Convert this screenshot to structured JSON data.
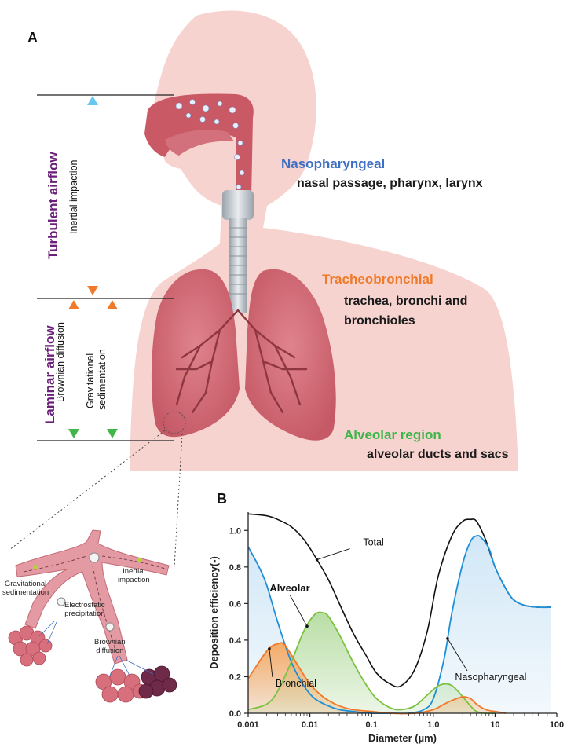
{
  "panelA": {
    "label": "A",
    "regions": [
      {
        "title": "Nasopharyngeal",
        "color": "#3f6fc4",
        "desc": [
          "nasal passage, pharynx, larynx"
        ]
      },
      {
        "title": "Tracheobronchial",
        "color": "#f07a2a",
        "desc": [
          "trachea, bronchi and",
          "bronchioles"
        ]
      },
      {
        "title": "Alveolar region",
        "color": "#3db54a",
        "desc": [
          "alveolar ducts and sacs"
        ]
      }
    ],
    "airflow": {
      "turbulent": "Turbulent airflow",
      "laminar": "Laminar airflow"
    },
    "mechanisms": {
      "inertial": "Inertial  impaction",
      "brownian": "Brownian diffusion",
      "gravitational": [
        "Gravitational",
        "sedimentation"
      ]
    },
    "colors": {
      "body": "#f6d3cf",
      "lung": "#d9747e",
      "lung_dark": "#b84b58",
      "trachea": "#c9ced3"
    }
  },
  "inset": {
    "labels": {
      "inertial": [
        "Inertial",
        "impaction"
      ],
      "gravitational": [
        "Gravitational",
        "sedimentation"
      ],
      "electrostatic": [
        "Electrostatic",
        "precipitation"
      ],
      "brownian": [
        "Brownian",
        "diffusion"
      ]
    }
  },
  "panelB": {
    "label": "B",
    "chart_data": {
      "type": "line",
      "xlabel": "Diameter (µm)",
      "ylabel": "Deposition efficiency(-)",
      "xscale": "log",
      "xlim": [
        0.001,
        100
      ],
      "ylim": [
        0,
        1.1
      ],
      "xticks": [
        {
          "v": 0.001,
          "label": "0.001"
        },
        {
          "v": 0.01,
          "label": "0.01"
        },
        {
          "v": 0.1,
          "label": "0.1"
        },
        {
          "v": 1,
          "label": "1.0"
        },
        {
          "v": 10,
          "label": "10"
        },
        {
          "v": 100,
          "label": "100"
        }
      ],
      "yticks": [
        {
          "v": 0,
          "label": "0.0"
        },
        {
          "v": 0.2,
          "label": "0.2"
        },
        {
          "v": 0.4,
          "label": "0.4"
        },
        {
          "v": 0.6,
          "label": "0.6"
        },
        {
          "v": 0.8,
          "label": "0.8"
        },
        {
          "v": 1.0,
          "label": "1.0"
        }
      ],
      "series": [
        {
          "name": "Total",
          "color": "#111111",
          "fill": "none",
          "x": [
            0.001,
            0.002,
            0.003,
            0.005,
            0.008,
            0.012,
            0.02,
            0.03,
            0.05,
            0.08,
            0.12,
            0.2,
            0.3,
            0.5,
            0.8,
            1.2,
            2,
            3,
            4,
            5,
            7,
            10,
            15,
            20,
            30,
            50,
            80
          ],
          "y": [
            1.09,
            1.08,
            1.06,
            1.02,
            0.95,
            0.86,
            0.73,
            0.6,
            0.44,
            0.32,
            0.22,
            0.16,
            0.15,
            0.24,
            0.45,
            0.75,
            0.97,
            1.05,
            1.06,
            1.05,
            0.95,
            0.8,
            0.68,
            0.62,
            0.59,
            0.58,
            0.58
          ]
        },
        {
          "name": "Nasopharyngeal",
          "color": "#1e8fd8",
          "fill": "#cfe6f6",
          "x": [
            0.001,
            0.0015,
            0.002,
            0.003,
            0.005,
            0.008,
            0.012,
            0.02,
            0.03,
            0.05,
            0.1,
            0.2,
            0.4,
            0.7,
            1.0,
            1.5,
            2,
            3,
            4,
            5,
            6,
            8,
            10,
            15,
            20,
            30,
            50,
            80
          ],
          "y": [
            0.91,
            0.8,
            0.7,
            0.5,
            0.28,
            0.15,
            0.08,
            0.04,
            0.02,
            0.01,
            0.0,
            0.0,
            0.0,
            0.02,
            0.08,
            0.3,
            0.55,
            0.82,
            0.94,
            0.97,
            0.96,
            0.9,
            0.8,
            0.68,
            0.62,
            0.59,
            0.58,
            0.58
          ]
        },
        {
          "name": "Alveolar",
          "color": "#7cc242",
          "fill": "#b5dca0",
          "x": [
            0.001,
            0.002,
            0.003,
            0.005,
            0.008,
            0.012,
            0.016,
            0.02,
            0.03,
            0.05,
            0.08,
            0.12,
            0.2,
            0.3,
            0.5,
            0.8,
            1.2,
            1.7,
            2.2,
            3,
            4,
            5,
            7,
            10
          ],
          "y": [
            0.02,
            0.05,
            0.12,
            0.28,
            0.45,
            0.54,
            0.55,
            0.53,
            0.43,
            0.28,
            0.16,
            0.08,
            0.03,
            0.02,
            0.04,
            0.1,
            0.15,
            0.16,
            0.14,
            0.09,
            0.04,
            0.01,
            0.0,
            0.0
          ]
        },
        {
          "name": "Bronchial",
          "color": "#f07a2a",
          "fill": "#f7a760",
          "x": [
            0.001,
            0.0015,
            0.002,
            0.0025,
            0.003,
            0.0035,
            0.004,
            0.005,
            0.007,
            0.01,
            0.015,
            0.02,
            0.03,
            0.05,
            0.1,
            0.2,
            0.5,
            1.0,
            1.5,
            2,
            3,
            4,
            5,
            7,
            10,
            15
          ],
          "y": [
            0.19,
            0.28,
            0.34,
            0.37,
            0.38,
            0.385,
            0.37,
            0.32,
            0.24,
            0.16,
            0.1,
            0.07,
            0.04,
            0.02,
            0.01,
            0.0,
            0.0,
            0.02,
            0.05,
            0.07,
            0.09,
            0.08,
            0.05,
            0.02,
            0.01,
            0.0
          ]
        }
      ],
      "annotations": [
        {
          "text": "Total",
          "series": "Total",
          "at_x": 0.013
        },
        {
          "text": "Alveolar",
          "series": "Alveolar",
          "at_x": 0.009
        },
        {
          "text": "Nasopharyngeal",
          "series": "Nasopharyngeal",
          "at_x": 1.7
        },
        {
          "text": "Bronchial",
          "series": "Bronchial",
          "at_x": 0.0022
        }
      ]
    }
  }
}
